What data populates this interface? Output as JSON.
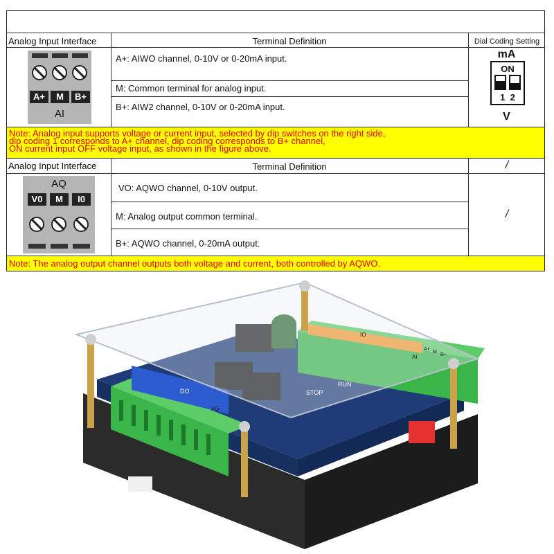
{
  "table1": {
    "header_interface": "Analog Input Interface",
    "header_definition": "Terminal Definition",
    "header_dial": "Dial Coding Setting",
    "terminal": {
      "labels": [
        "A+",
        "M",
        "B+"
      ],
      "name": "AI"
    },
    "rows": [
      "A+: AIWO channel, 0-10V or 0-20mA input.",
      "M: Common terminal for analog input.",
      "B+: AIW2 channel, 0-10V or 0-20mA input."
    ],
    "dip": {
      "top": "mA",
      "on": "ON",
      "nums": "1  2",
      "bottom": "V"
    },
    "note_lines": [
      "Note: Analog input supports voltage or current input, selected by dip switches on the right side,",
      "dip coding 1 corresponds to A+ channel, dip coding corresponds to B+ channel,",
      "ON current input OFF voltage input, as shown in the figure above."
    ]
  },
  "table2": {
    "header_interface": "Analog Input Interface",
    "header_definition": "Terminal Definition",
    "header_dial": "/",
    "terminal": {
      "labels": [
        "V0",
        "M",
        "I0"
      ],
      "name": "AQ"
    },
    "rows": [
      "VO: AQWO channel, 0-10V output.",
      "M: Analog output common terminal.",
      "B+: AQWO channel, 0-20mA output."
    ],
    "dial_value": "/",
    "note": "Note: The analog output channel outputs both voltage and current, both controlled by AQWO."
  },
  "photo": {
    "labels": [
      "DO",
      "AQ",
      "AI",
      "RUN",
      "STOP",
      "IO",
      "A+",
      "M",
      "B+"
    ]
  },
  "colors": {
    "note_bg": "#ffff00",
    "note_text": "#e00000",
    "terminal_bg": "#b5b5b5",
    "pcb_blue": "#1f3c78",
    "connector_green": "#39b54a",
    "label_orange": "#f39a2b"
  }
}
